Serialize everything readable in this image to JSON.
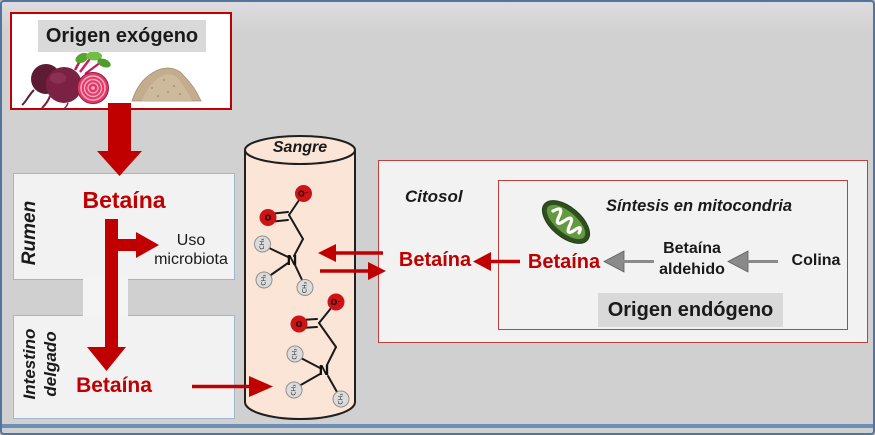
{
  "palette": {
    "background_gray": "#d0d0d0",
    "frame_blue": "#54749e",
    "bottom_line_blue": "#6d8fb5",
    "accent_red": "#c00000",
    "box_background": "#f2f2f2",
    "organ_box_border": "#9fb6cc",
    "red_box_border": "#c0403d",
    "cylinder_fill": "#fbe5d6",
    "strip_gray": "#d9d9d9",
    "arrow_gray": "#8a8a8a",
    "mitochondria_green": "#639a3f"
  },
  "exogenous": {
    "title": "Origen exógeno"
  },
  "rumen": {
    "organ": "Rumen",
    "metabolite": "Betaína",
    "branch_label": "Uso microbiota"
  },
  "intestine": {
    "organ": "Intestino delgado",
    "metabolite": "Betaína"
  },
  "blood": {
    "title": "Sangre",
    "atoms": {
      "o_minus": "O⁻",
      "o": "O",
      "n": "N",
      "methyl": "CH₃"
    }
  },
  "cytosol": {
    "title": "Citosol",
    "metabolite": "Betaína"
  },
  "mitochondria": {
    "title": "Síntesis en mitocondria",
    "metabolite": "Betaína",
    "intermediate": "Betaína aldehido",
    "precursor": "Colina",
    "origin_label": "Origen endógeno"
  }
}
